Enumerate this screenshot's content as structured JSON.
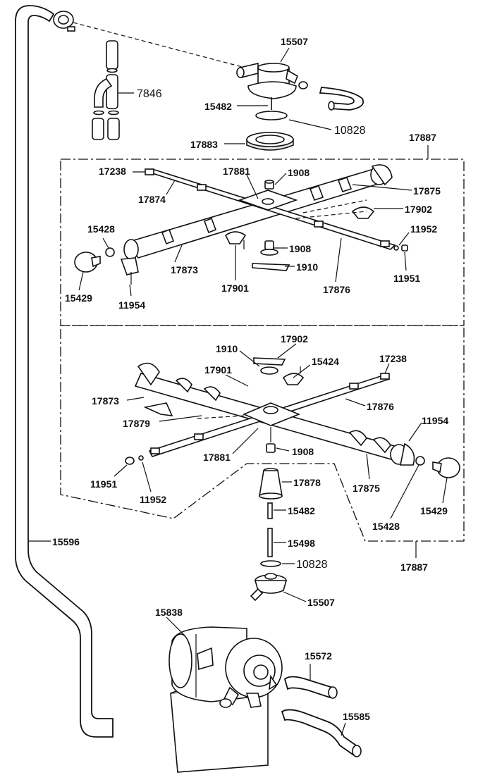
{
  "labels": {
    "l15507_top": "15507",
    "l7846": "7846",
    "l15482_top": "15482",
    "l10828_top": "10828",
    "l17883": "17883",
    "l17887_top": "17887",
    "l17238_top": "17238",
    "l17881_top": "17881",
    "l1908_a": "1908",
    "l17875_top": "17875",
    "l17874": "17874",
    "l17902_top": "17902",
    "l15428_top": "15428",
    "l11952_top": "11952",
    "l1908_b": "1908",
    "l1910_top": "1910",
    "l17873_top": "17873",
    "l11951_top": "11951",
    "l15429_top": "15429",
    "l11954_top": "11954",
    "l17901_top": "17901",
    "l17876_top": "17876",
    "l1910_bot": "1910",
    "l17902_bot": "17902",
    "l15424": "15424",
    "l17238_bot": "17238",
    "l17901_bot": "17901",
    "l17873_bot": "17873",
    "l17876_bot": "17876",
    "l11954_bot": "11954",
    "l17879": "17879",
    "l17881_bot": "17881",
    "l1908_c": "1908",
    "l11951_bot": "11951",
    "l11952_bot": "11952",
    "l17878": "17878",
    "l17875_bot": "17875",
    "l15429_bot": "15429",
    "l15482_bot": "15482",
    "l15428_bot": "15428",
    "l15596": "15596",
    "l15498": "15498",
    "l10828_bot": "10828",
    "l17887_bot": "17887",
    "l15507_bot": "15507",
    "l15838": "15838",
    "l15572": "15572",
    "l15585": "15585"
  }
}
